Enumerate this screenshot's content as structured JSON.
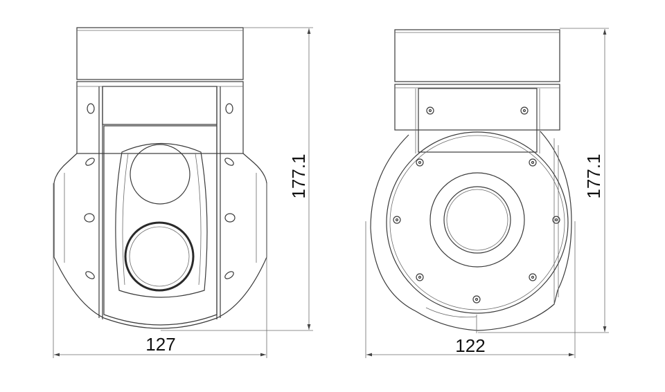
{
  "front_view": {
    "width_dimension": "127",
    "height_dimension": "177.1"
  },
  "side_view": {
    "width_dimension": "122",
    "height_dimension": "177.1"
  },
  "colors": {
    "line": "#3a3a3a",
    "background": "#ffffff"
  }
}
